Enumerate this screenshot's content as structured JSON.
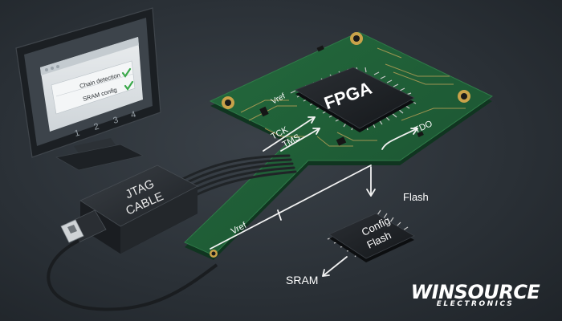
{
  "monitor": {
    "steps": [
      {
        "label": "Chain detection",
        "status": "checked"
      },
      {
        "label": "SRAM config",
        "status": "checked"
      }
    ],
    "step_numbers": [
      "1",
      "2",
      "3",
      "4"
    ]
  },
  "cable": {
    "line1": "JTAG",
    "line2": "CABLE"
  },
  "fpga": {
    "label": "FPGA"
  },
  "flash_chip": {
    "line1": "Config",
    "line2": "Flash"
  },
  "signals": {
    "vref_board": "Vref",
    "tck": "TCK",
    "tms": "TMS",
    "tdo": "TDO",
    "vref_trace": "Vref",
    "flash": "Flash",
    "sram": "SRAM"
  },
  "brand": {
    "name": "WINSOURCE",
    "sub": "ELECTRONICS"
  },
  "colors": {
    "pcb": "#1f5a34",
    "pcb_edge": "#143d24",
    "chip": "#1c1f23",
    "check": "#3aa84a",
    "trace": "#c9a75a",
    "arrow": "#f2f2f2"
  }
}
